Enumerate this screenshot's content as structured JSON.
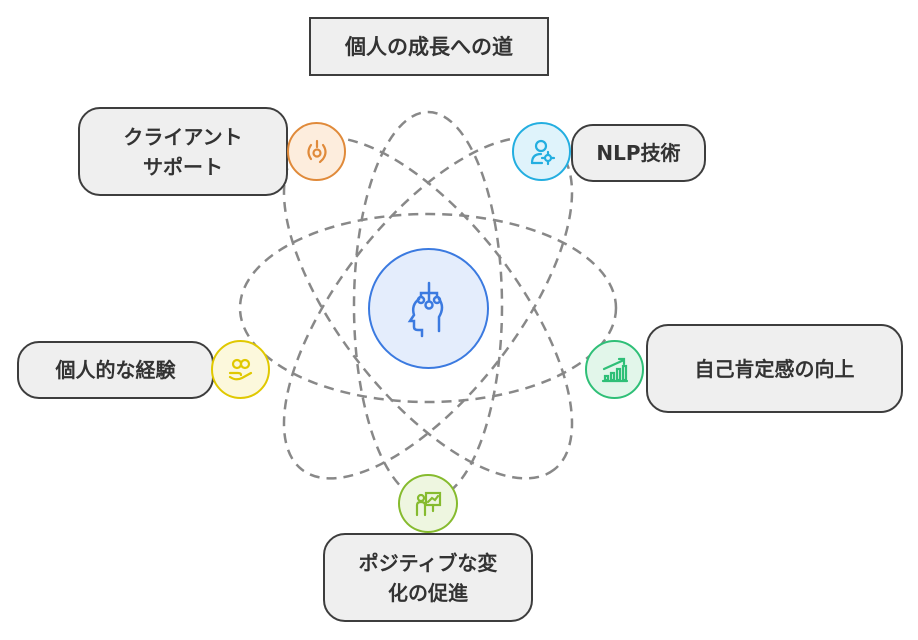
{
  "title": "個人の成長への道",
  "center": {
    "icon": "head-circuit-icon",
    "color": "#3b7ae0"
  },
  "items": [
    {
      "label": "クライアント\nサポート",
      "icon": "headset-icon",
      "color": "#e08a3a"
    },
    {
      "label": "NLP技術",
      "icon": "person-gear-icon",
      "color": "#23aee0"
    },
    {
      "label": "個人的な経験",
      "icon": "hand-brain-icon",
      "color": "#e0c800"
    },
    {
      "label": "自己肯定感の向上",
      "icon": "growth-chart-icon",
      "color": "#2fbf77"
    },
    {
      "label": "ポジティブな変\n化の促進",
      "icon": "presentation-icon",
      "color": "#86bb2e"
    }
  ]
}
